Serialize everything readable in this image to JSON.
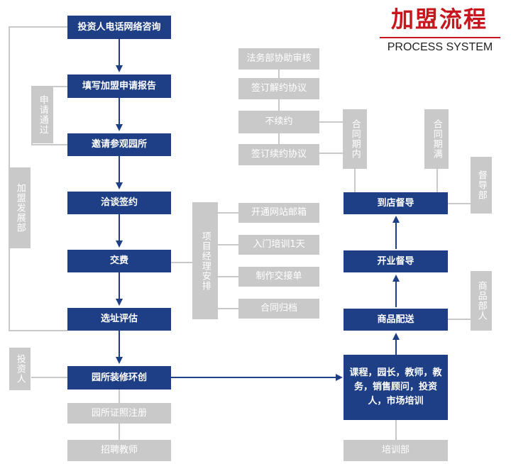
{
  "header": {
    "title": "加盟流程",
    "subtitle": "PROCESS SYSTEM"
  },
  "main_flow": [
    "投资人电话网络咨询",
    "填写加盟申请报告",
    "邀请参观园所",
    "洽谈签约",
    "交费",
    "选址评估",
    "园所装修环创"
  ],
  "side_labels": {
    "franchise_dept": "加盟发展部",
    "application_passed": "申请通过",
    "investor": "投资人",
    "project_manager": "项目经理安排",
    "contract_expire_in": "合同期内",
    "contract_expire_full": "合同期满",
    "supervision_dept": "督导部",
    "goods_dept": "商品部人",
    "training_dept": "培训部"
  },
  "below_flow": [
    "园所证照注册",
    "招聘教师"
  ],
  "pm_tasks": [
    "开通网站邮箱",
    "入门培训1天",
    "制作交接单",
    "合同归档"
  ],
  "legal_tasks": [
    "法务部协助审核",
    "签订解约协议",
    "不续约",
    "签订续约协议"
  ],
  "right_flow": [
    "到店督导",
    "开业督导",
    "商品配送"
  ],
  "training_box": "课程，园长，教师，教务，销售顾问，投资人，市场培训"
}
